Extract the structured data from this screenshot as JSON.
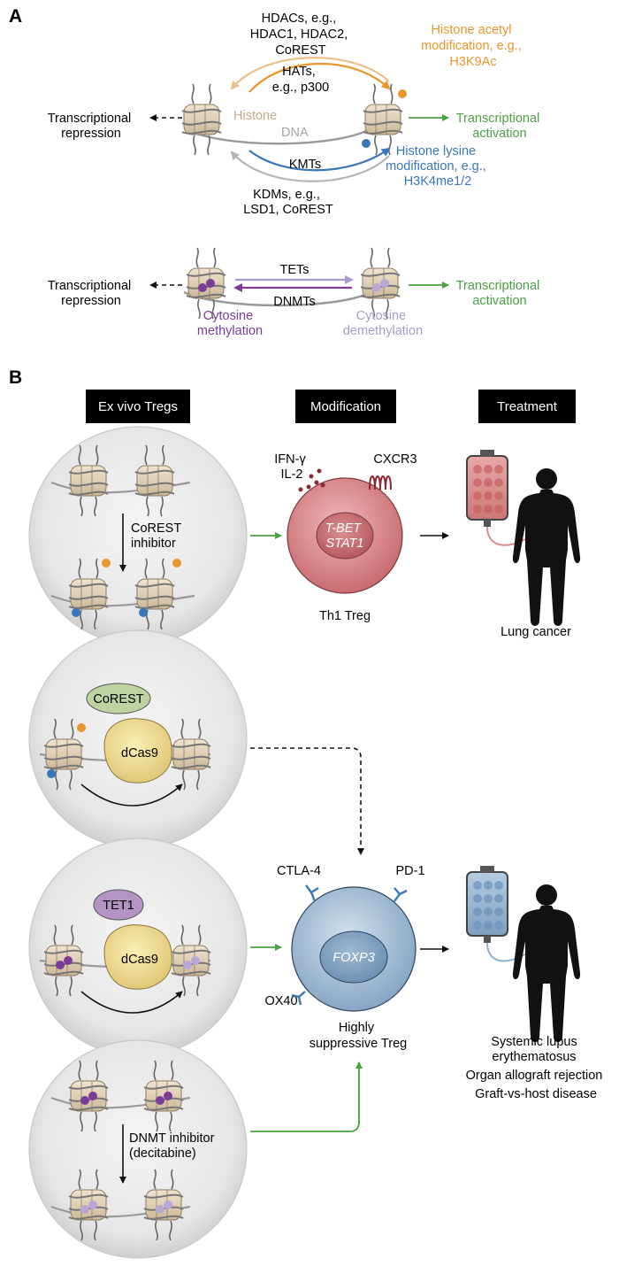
{
  "panel_a": {
    "label": "A",
    "histone": {
      "repression": [
        "Transcriptional",
        "repression"
      ],
      "activation": [
        "Transcriptional",
        "activation"
      ],
      "histone_label": "Histone",
      "dna_label": "DNA",
      "hdacs": [
        "HDACs, e.g.,",
        "HDAC1, HDAC2,",
        "CoREST"
      ],
      "hats": [
        "HATs,",
        "e.g., p300"
      ],
      "acetyl": [
        "Histone acetyl",
        "modification, e.g.,",
        "H3K9Ac"
      ],
      "kmts": "KMTs",
      "kdms": [
        "KDMs, e.g.,",
        "LSD1, CoREST"
      ],
      "lysine": [
        "Histone lysine",
        "modification, e.g.,",
        "H3K4me1/2"
      ]
    },
    "cytosine": {
      "repression": [
        "Transcriptional",
        "repression"
      ],
      "activation": [
        "Transcriptional",
        "activation"
      ],
      "tets": "TETs",
      "dnmts": "DNMTs",
      "methylation": [
        "Cytosine",
        "methylation"
      ],
      "demethylation": [
        "Cytosine",
        "demethylation"
      ]
    }
  },
  "panel_b": {
    "label": "B",
    "headers": [
      "Ex vivo Tregs",
      "Modification",
      "Treatment"
    ],
    "corest_inhibitor": [
      "CoREST",
      "inhibitor"
    ],
    "corest": "CoREST",
    "dcas9": "dCas9",
    "tet1": "TET1",
    "dnmt_inhibitor": [
      "DNMT inhibitor",
      "(decitabine)"
    ],
    "th1": {
      "cytokines": [
        "IFN-γ",
        "IL-2"
      ],
      "receptor": "CXCR3",
      "nucleus": [
        "T-BET",
        "STAT1"
      ],
      "name": "Th1 Treg"
    },
    "treg": {
      "receptors": [
        "CTLA-4",
        "PD-1",
        "OX40"
      ],
      "nucleus": "FOXP3",
      "name": [
        "Highly",
        "suppressive Treg"
      ]
    },
    "treatment_1": "Lung cancer",
    "treatment_2": [
      "Systemic lupus",
      "erythematosus",
      "Organ allograft rejection",
      "Graft-vs-host disease"
    ]
  },
  "colors": {
    "acetyl": "#e8962e",
    "acetyl_light": "#edc08a",
    "lysine": "#3a76b8",
    "lysine_light": "#a8a8a8",
    "methyl": "#7b3c97",
    "methyl_light": "#a99bc9",
    "activation": "#4aa043",
    "histone_text": "#c8a98a",
    "dna_text": "#a5a5a5",
    "th1_cell": "#c96c70",
    "treg_cell": "#87a6c4"
  }
}
